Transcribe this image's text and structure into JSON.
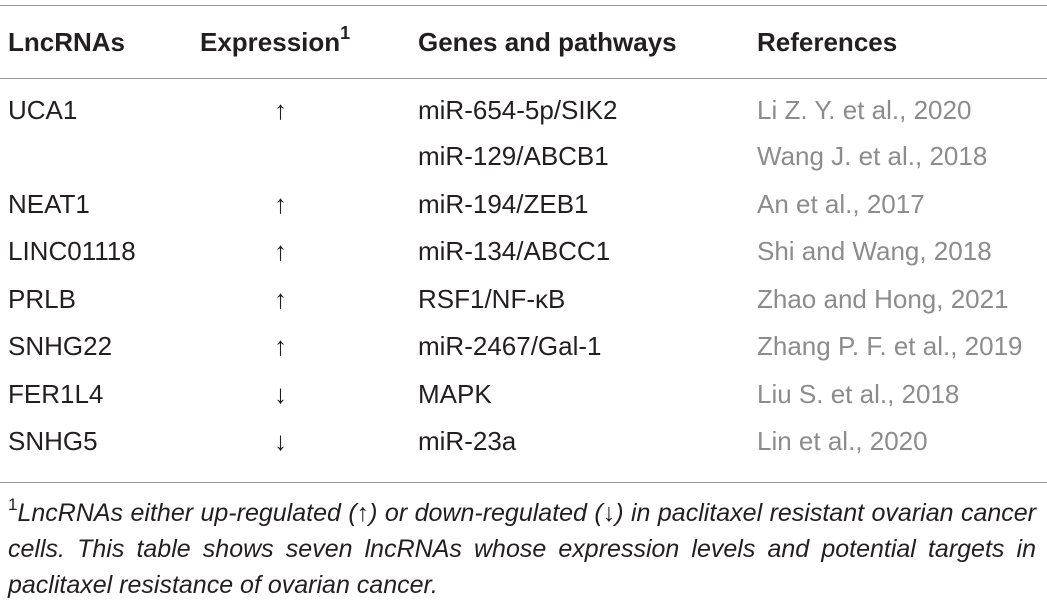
{
  "table": {
    "headers": {
      "lncrna": "LncRNAs",
      "expression": "Expression",
      "expression_sup": "1",
      "genes": "Genes and pathways",
      "references": "References"
    },
    "rows": [
      {
        "lncrna": "UCA1",
        "expression": "↑",
        "genes": "miR-654-5p/SIK2",
        "reference": "Li Z. Y. et al., 2020"
      },
      {
        "lncrna": "",
        "expression": "",
        "genes": "miR-129/ABCB1",
        "reference": "Wang J. et al., 2018"
      },
      {
        "lncrna": "NEAT1",
        "expression": "↑",
        "genes": "miR-194/ZEB1",
        "reference": "An et al., 2017"
      },
      {
        "lncrna": "LINC01118",
        "expression": "↑",
        "genes": "miR-134/ABCC1",
        "reference": "Shi and Wang, 2018"
      },
      {
        "lncrna": "PRLB",
        "expression": "↑",
        "genes": "RSF1/NF-κB",
        "reference": "Zhao and Hong, 2021"
      },
      {
        "lncrna": "SNHG22",
        "expression": "↑",
        "genes": "miR-2467/Gal-1",
        "reference": "Zhang P. F. et al., 2019"
      },
      {
        "lncrna": "FER1L4",
        "expression": "↓",
        "genes": "MAPK",
        "reference": "Liu S. et al., 2018"
      },
      {
        "lncrna": "SNHG5",
        "expression": "↓",
        "genes": "miR-23a",
        "reference": "Lin et al., 2020"
      }
    ]
  },
  "footnote": {
    "marker": "1",
    "text": "LncRNAs either up-regulated (↑) or down-regulated (↓) in paclitaxel resistant ovarian cancer cells. This table shows seven lncRNAs whose expression levels and potential targets in paclitaxel resistance of ovarian cancer."
  }
}
